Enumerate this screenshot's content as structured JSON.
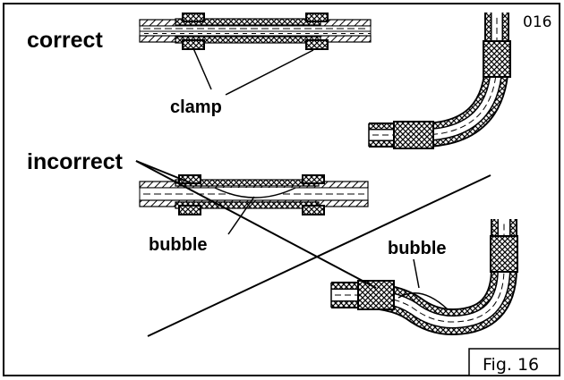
{
  "figure": {
    "code": "016",
    "fig_label": "Fig. 16",
    "labels": {
      "correct": "correct",
      "incorrect": "incorrect",
      "clamp": "clamp",
      "bubble_straight": "bubble",
      "bubble_bend": "bubble"
    }
  }
}
